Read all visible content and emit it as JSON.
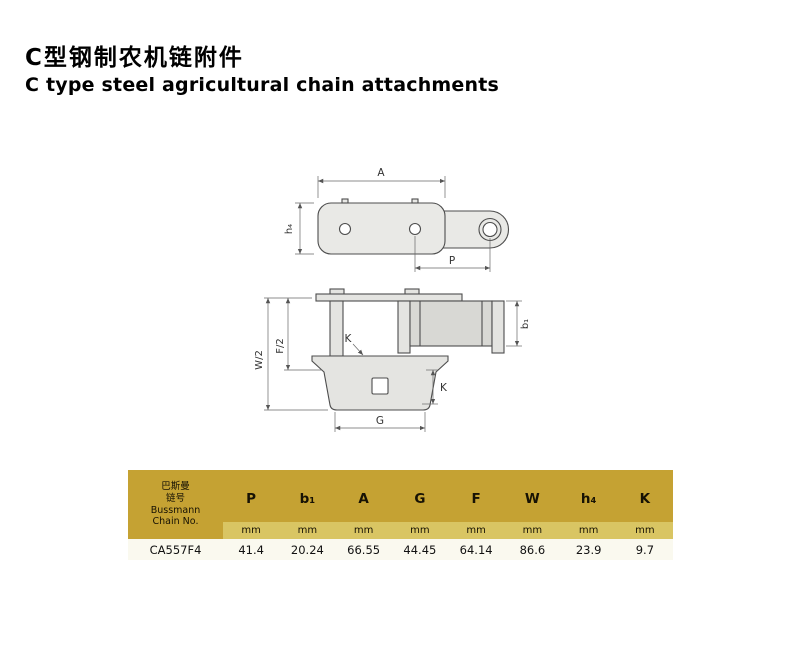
{
  "page": {
    "title_zh": "C型钢制农机链附件",
    "title_en": "C type steel agricultural chain attachments"
  },
  "drawing": {
    "dims": {
      "A": "A",
      "h4": "h₄",
      "P": "P",
      "b1": "b₁",
      "K_upper": "K",
      "F_half": "F/2",
      "W_half": "W/2",
      "K_lower": "K",
      "G": "G"
    }
  },
  "table": {
    "chain_header": "巴斯曼\n链号\nBussmann\nChain No.",
    "columns": [
      "P",
      "b₁",
      "A",
      "G",
      "F",
      "W",
      "h₄",
      "K"
    ],
    "unit": "mm",
    "rows": [
      {
        "chain_no": "CA557F4",
        "values": [
          "41.4",
          "20.24",
          "66.55",
          "44.45",
          "64.14",
          "86.6",
          "23.9",
          "9.7"
        ]
      }
    ]
  },
  "colors": {
    "header_gold": "#C5A233",
    "units_yellow": "#D9C563",
    "data_row_bg": "#FAF9EF"
  }
}
